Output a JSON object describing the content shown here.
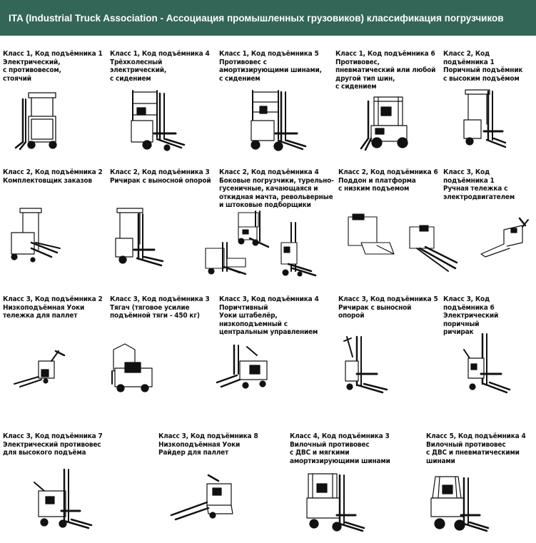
{
  "header": {
    "title": "ITA (Industrial Truck Association - Ассоциация промышленных грузовиков) классификация погрузчиков",
    "bg_color": "#336656"
  },
  "items": [
    {
      "title": "Класс 1, Код подъёмника 1",
      "desc": "Электрический,\nс противовесом,\nстоячий"
    },
    {
      "title": "Класс 1, Код подъёмника 4",
      "desc": "Трёхколесный\nэлектрический,\nс сидением"
    },
    {
      "title": "Класс 1, Код подъёмника 5",
      "desc": "Противовес с\nамортизирующими шинами,\nс сидением"
    },
    {
      "title": "Класс 1, Код подъёмника 6",
      "desc": "Противовес,\nпневматический или любой\nдругой тип шин,\nс сидением"
    },
    {
      "title": "Класс 2, Код подъёмника 1",
      "desc": "Поричный подъёмник\nс высоким подъёмом"
    },
    {
      "title": "Класс 2, Код подъёмника 2",
      "desc": "Комплектовщик заказов"
    },
    {
      "title": "Класс 2, Код подъёмника 3",
      "desc": "Ричирак с выносной опорой"
    },
    {
      "title": "Класс 2, Код подъёмника 4",
      "desc": "Боковые погрузчики, турельно-\nгусеничные, качающаяся и\nоткидная мачта, револьверные\nи штоковые подборщики"
    },
    {
      "title": "Класс 2, Код подъёмника 6",
      "desc": "Поддон и платформа\nс низким подъемом"
    },
    {
      "title": "Класс 3, Код подъёмника 1",
      "desc": "Ручная тележка с\nэлектродвигателем"
    },
    {
      "title": "Класс 3, Код подъёмника 2",
      "desc": "Низкоподъёмная Уоки\nтележка для паллет"
    },
    {
      "title": "Класс 3, Код подъёмника 3",
      "desc": "Тягач (тяговое усилие\nподъёмной тяги - 450 кг)"
    },
    {
      "title": "Класс 3, Код подъёмника 4",
      "desc": "Поричтивный\nУоки штабелёр,\nнизкоподъемный с\nцентральным управлением"
    },
    {
      "title": "Класс 3, Код подъёмника 5",
      "desc": "Ричирак с выносной\nопорой"
    },
    {
      "title": "Класс 3, Код подъёмника 6",
      "desc": "Электрический\nпоричный\nричирак"
    },
    {
      "title": "Класс 3, Код подъёмника 7",
      "desc": "Электрический противовес\nдля высокого подъёма"
    },
    {
      "title": "Класс 3, Код подъёмника 8",
      "desc": "Низкоподъёмная Уоки\nРайдер для паллет"
    },
    {
      "title": "Класс 4, Код подъёмника 3",
      "desc": "Вилочный противовес\nс ДВС и мягкими\nамортизирующими шинами"
    },
    {
      "title": "Класс 5, Код подъёмника 4",
      "desc": "Вилочный противовес\nс ДВС и пневматическими\nшинами"
    }
  ]
}
